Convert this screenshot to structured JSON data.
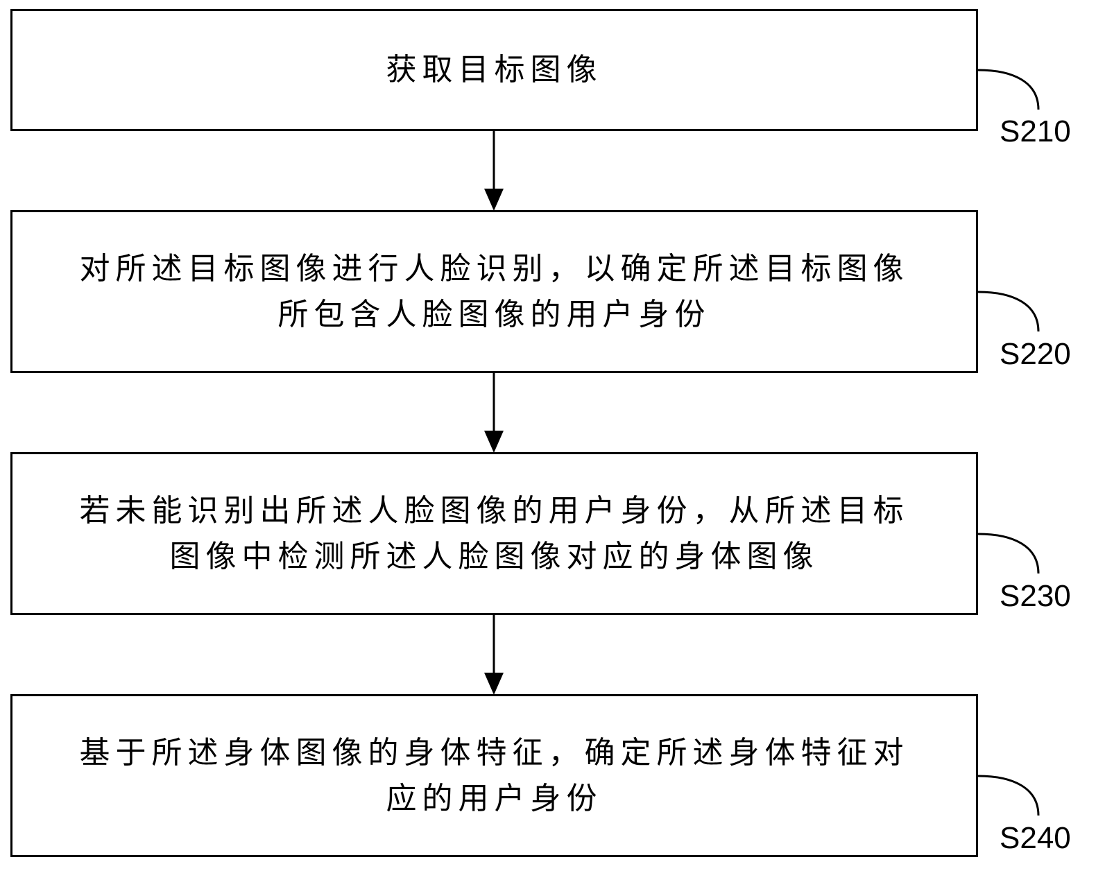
{
  "flowchart": {
    "steps": [
      {
        "id": "S210",
        "label": "S210",
        "lines": [
          "获取目标图像"
        ]
      },
      {
        "id": "S220",
        "label": "S220",
        "lines": [
          "对所述目标图像进行人脸识别，以确定所述目标图像",
          "所包含人脸图像的用户身份"
        ]
      },
      {
        "id": "S230",
        "label": "S230",
        "lines": [
          "若未能识别出所述人脸图像的用户身份，从所述目标",
          "图像中检测所述人脸图像对应的身体图像"
        ]
      },
      {
        "id": "S240",
        "label": "S240",
        "lines": [
          "基于所述身体图像的身体特征，确定所述身体特征对",
          "应的用户身份"
        ]
      }
    ],
    "colors": {
      "stroke": "#000000",
      "fill": "#ffffff",
      "text": "#000000"
    }
  }
}
